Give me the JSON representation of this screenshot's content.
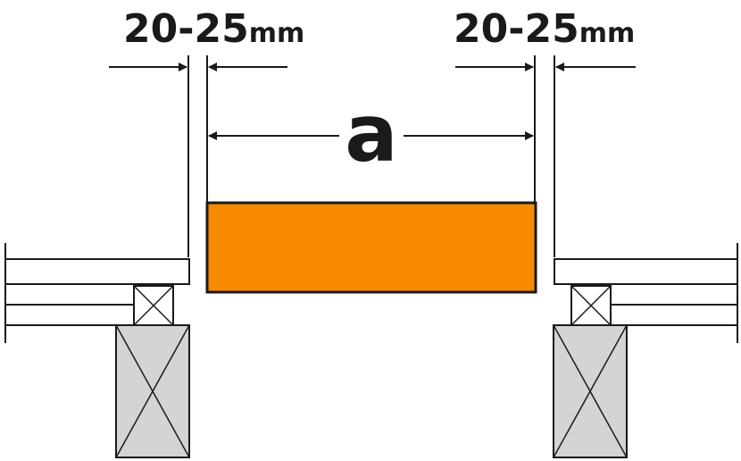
{
  "labels": {
    "gap_left_value": "20-25",
    "gap_left_unit": "mm",
    "gap_right_value": "20-25",
    "gap_right_unit": "mm",
    "span_label": "a"
  },
  "colors": {
    "panel_fill": "#f78a00",
    "timber_fill": "#d4d4d4",
    "line": "#1a1a1a",
    "background": "#ffffff"
  }
}
